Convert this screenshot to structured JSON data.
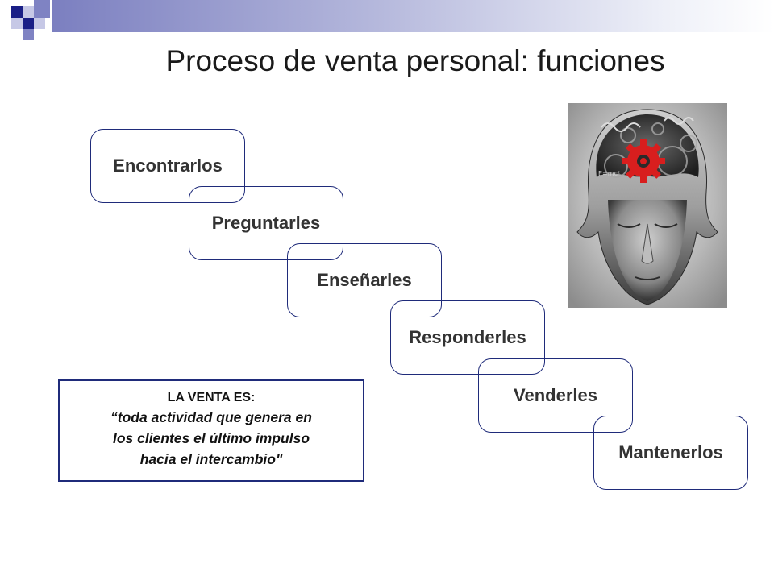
{
  "slide": {
    "title": "Proceso de venta personal: funciones"
  },
  "steps": [
    {
      "label": "Encontrarlos"
    },
    {
      "label": "Preguntarles"
    },
    {
      "label": "Enseñarles"
    },
    {
      "label": "Responderles"
    },
    {
      "label": "Venderles"
    },
    {
      "label": "Mantenerlos"
    }
  ],
  "definition": {
    "heading": "LA VENTA ES:",
    "quote_line1": "“toda actividad que genera en",
    "quote_line2": "los clientes el último impulso",
    "quote_line3": "hacia el intercambio\""
  },
  "image": {
    "subject": "head-with-gears-illustration",
    "formula": "E=mc²"
  },
  "colors": {
    "accent_navy": "#1a1f86",
    "border": "#1f2b7a",
    "gear_red": "#d81e1e"
  }
}
